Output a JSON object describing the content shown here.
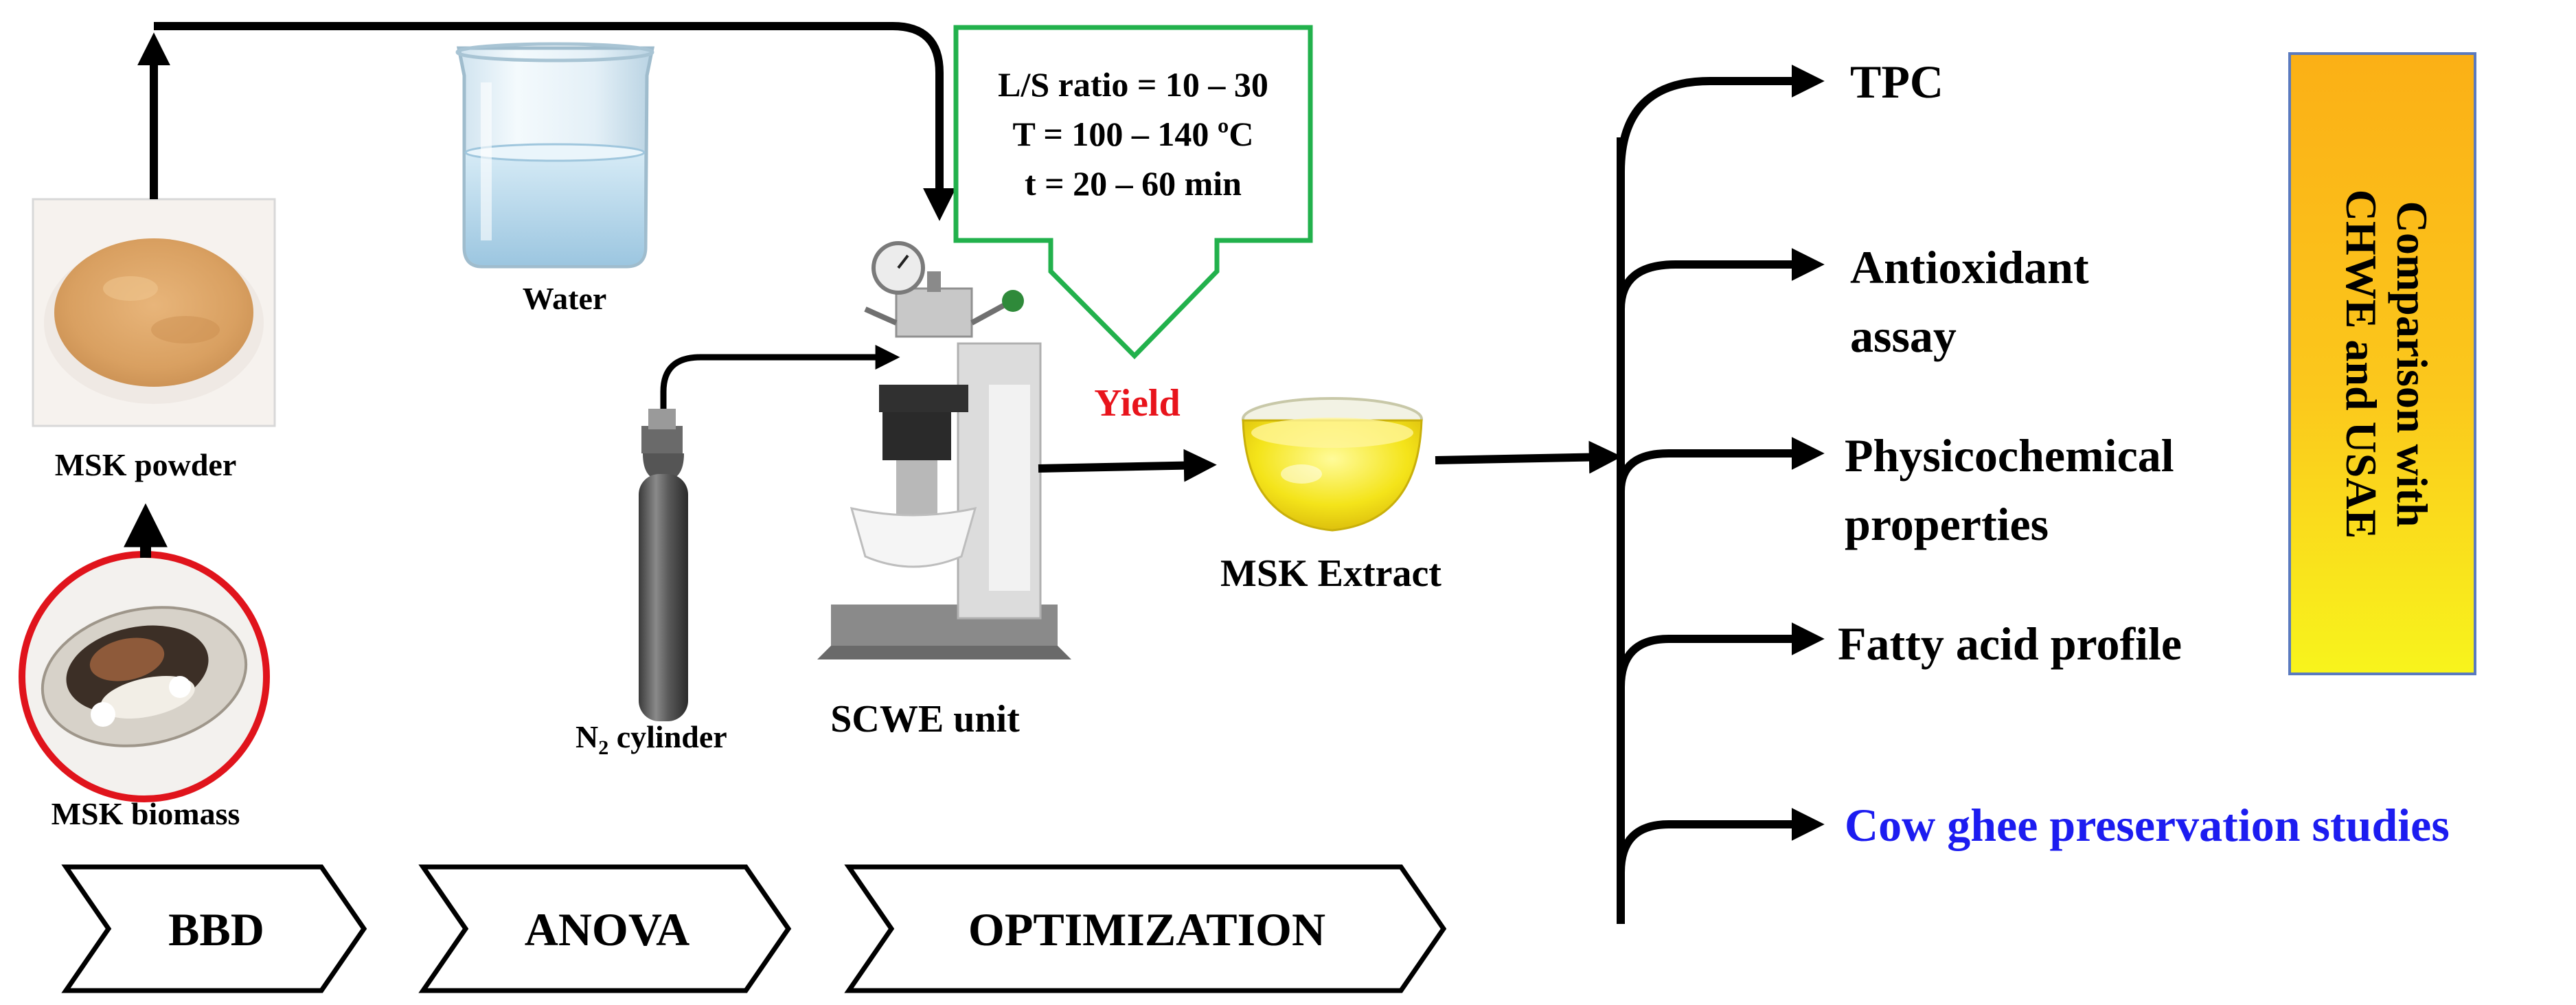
{
  "labels": {
    "msk_powder": "MSK powder",
    "msk_biomass": "MSK biomass",
    "water": "Water",
    "n2_prefix": "N",
    "n2_sub": "2",
    "n2_suffix": " cylinder",
    "scwe_unit": "SCWE unit",
    "yield": "Yield",
    "msk_extract": "MSK Extract"
  },
  "conditions": {
    "line1": "L/S ratio = 10 – 30",
    "line2": "T = 100 – 140 ºC",
    "line3": "t = 20 – 60 min"
  },
  "outputs": {
    "tpc": "TPC",
    "antioxidant_1": "Antioxidant",
    "antioxidant_2": "assay",
    "physico_1": "Physicochemical",
    "physico_2": "properties",
    "fatty": "Fatty acid profile",
    "ghee": "Cow ghee preservation studies"
  },
  "comparison": {
    "line1": "Comparison with",
    "line2": "CHWE and USAE"
  },
  "steps": [
    "BBD",
    "ANOVA",
    "OPTIMIZATION"
  ],
  "colors": {
    "box_green": "#22b14c",
    "yield_red": "#e8141c",
    "ghee_blue": "#1c1cf0",
    "ring_red": "#e0141c",
    "gradient_top": "#fbb217",
    "gradient_bottom": "#f9f21a"
  }
}
